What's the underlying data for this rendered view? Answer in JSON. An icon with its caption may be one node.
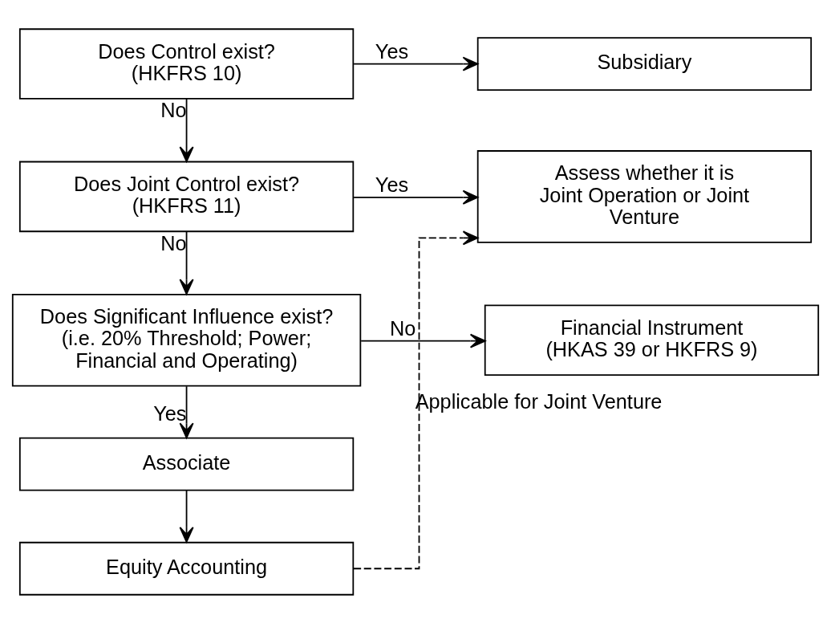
{
  "diagram": {
    "nodes": [
      {
        "text": [
          "Does Control exist? (HKFRS 10)"
        ]
      },
      {
        "text": [
          "Subsidiary"
        ]
      },
      {
        "text": [
          "Does Joint Control exist? (HKFRS 11)"
        ]
      },
      {
        "text": [
          "Assess whether it is Joint Operation or Joint Venture"
        ]
      },
      {
        "text": [
          "Does Significant Influence exist? (i.e. 20% Threshold; Power; Financial and Operating)"
        ]
      },
      {
        "text": [
          "Financial Instrument (HKAS 39 or HKFRS 9)"
        ]
      },
      {
        "text": [
          "Associate"
        ]
      },
      {
        "text": [
          "Equity Accounting"
        ]
      }
    ],
    "edges": [
      {
        "from": 0,
        "to": 1,
        "arrow": "to",
        "label": "Yes"
      },
      {
        "from": 0,
        "to": 2,
        "arrow": "to",
        "label": "No"
      },
      {
        "from": 2,
        "to": 3,
        "arrow": "to",
        "label": "Yes"
      },
      {
        "from": 2,
        "to": 4,
        "arrow": "to",
        "label": "No"
      },
      {
        "from": 4,
        "to": 5,
        "arrow": "to",
        "label": "No"
      },
      {
        "from": 4,
        "to": 6,
        "arrow": "to",
        "label": "Yes"
      },
      {
        "from": 6,
        "to": 7,
        "arrow": "to"
      },
      {
        "from": 7,
        "to": 3,
        "arrow": "to",
        "label": "Applicable for Joint Venture",
        "style": "dashed"
      }
    ]
  }
}
